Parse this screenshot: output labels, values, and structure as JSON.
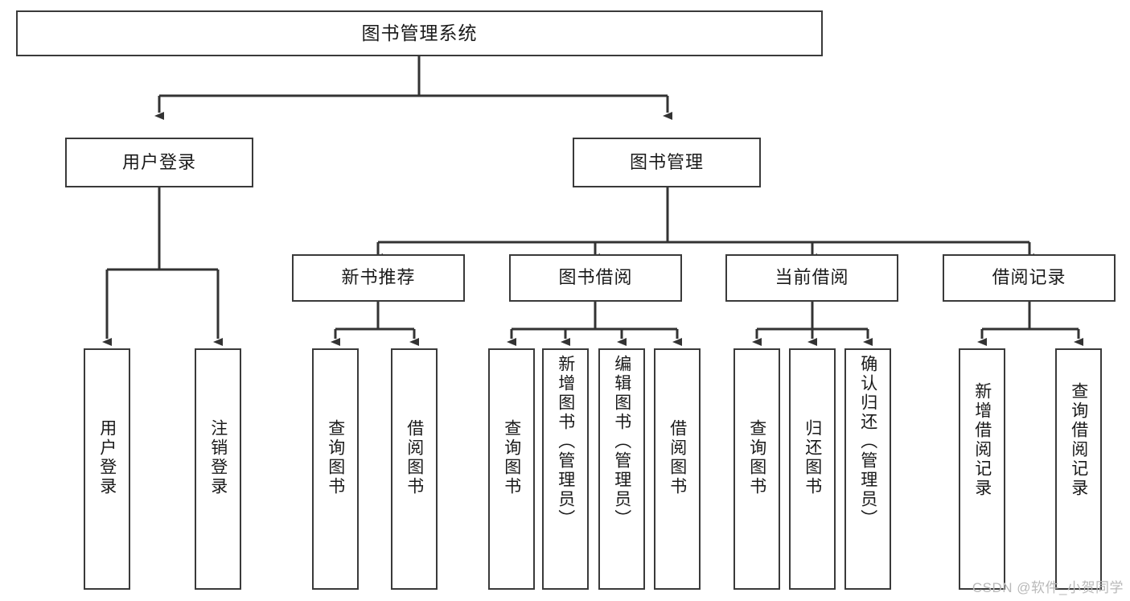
{
  "diagram": {
    "title": "图书管理系统",
    "type": "tree-hierarchy-diagram",
    "root": {
      "label": "图书管理系统"
    },
    "level2": [
      {
        "label": "用户登录"
      },
      {
        "label": "图书管理"
      }
    ],
    "level3": [
      {
        "label": "新书推荐"
      },
      {
        "label": "图书借阅"
      },
      {
        "label": "当前借阅"
      },
      {
        "label": "借阅记录"
      }
    ],
    "leaves": {
      "user_login": [
        {
          "label": "用户登录"
        },
        {
          "label": "注销登录"
        }
      ],
      "new_book_recommend": [
        {
          "label": "查询图书"
        },
        {
          "label": "借阅图书"
        }
      ],
      "book_borrow": [
        {
          "label": "查询图书"
        },
        {
          "label": "新增图书（管理员）"
        },
        {
          "label": "编辑图书（管理员）"
        },
        {
          "label": "借阅图书"
        }
      ],
      "current_borrow": [
        {
          "label": "查询图书"
        },
        {
          "label": "归还图书"
        },
        {
          "label": "确认归还（管理员）"
        }
      ],
      "borrow_record": [
        {
          "label": "新增借阅记录"
        },
        {
          "label": "查询借阅记录"
        }
      ]
    }
  },
  "watermark": {
    "text": "CSDN @软件_小贺同学"
  },
  "colors": {
    "box_border": "#3a3a3a",
    "box_fill": "#ffffff",
    "text": "#1a1a1a",
    "wire": "#333333",
    "watermark": "#b9b9b9"
  }
}
